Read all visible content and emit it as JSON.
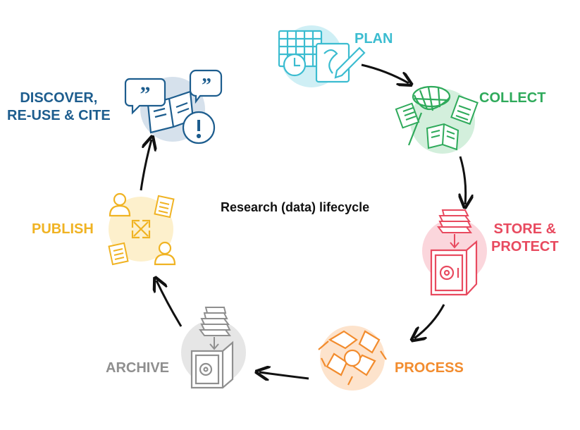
{
  "title": "Research (data) lifecycle",
  "stages": {
    "plan": {
      "label": "PLAN",
      "color": "#3bbcd0"
    },
    "collect": {
      "label": "COLLECT",
      "color": "#2faa5b"
    },
    "store": {
      "label1": "STORE &",
      "label2": "PROTECT",
      "color": "#e84a5f"
    },
    "process": {
      "label": "PROCESS",
      "color": "#f28c2e"
    },
    "archive": {
      "label": "ARCHIVE",
      "color": "#8f8f8f"
    },
    "publish": {
      "label": "PUBLISH",
      "color": "#f0b323"
    },
    "discover": {
      "label1": "DISCOVER,",
      "label2": "RE-USE & CITE",
      "color": "#1d5d8e"
    }
  }
}
